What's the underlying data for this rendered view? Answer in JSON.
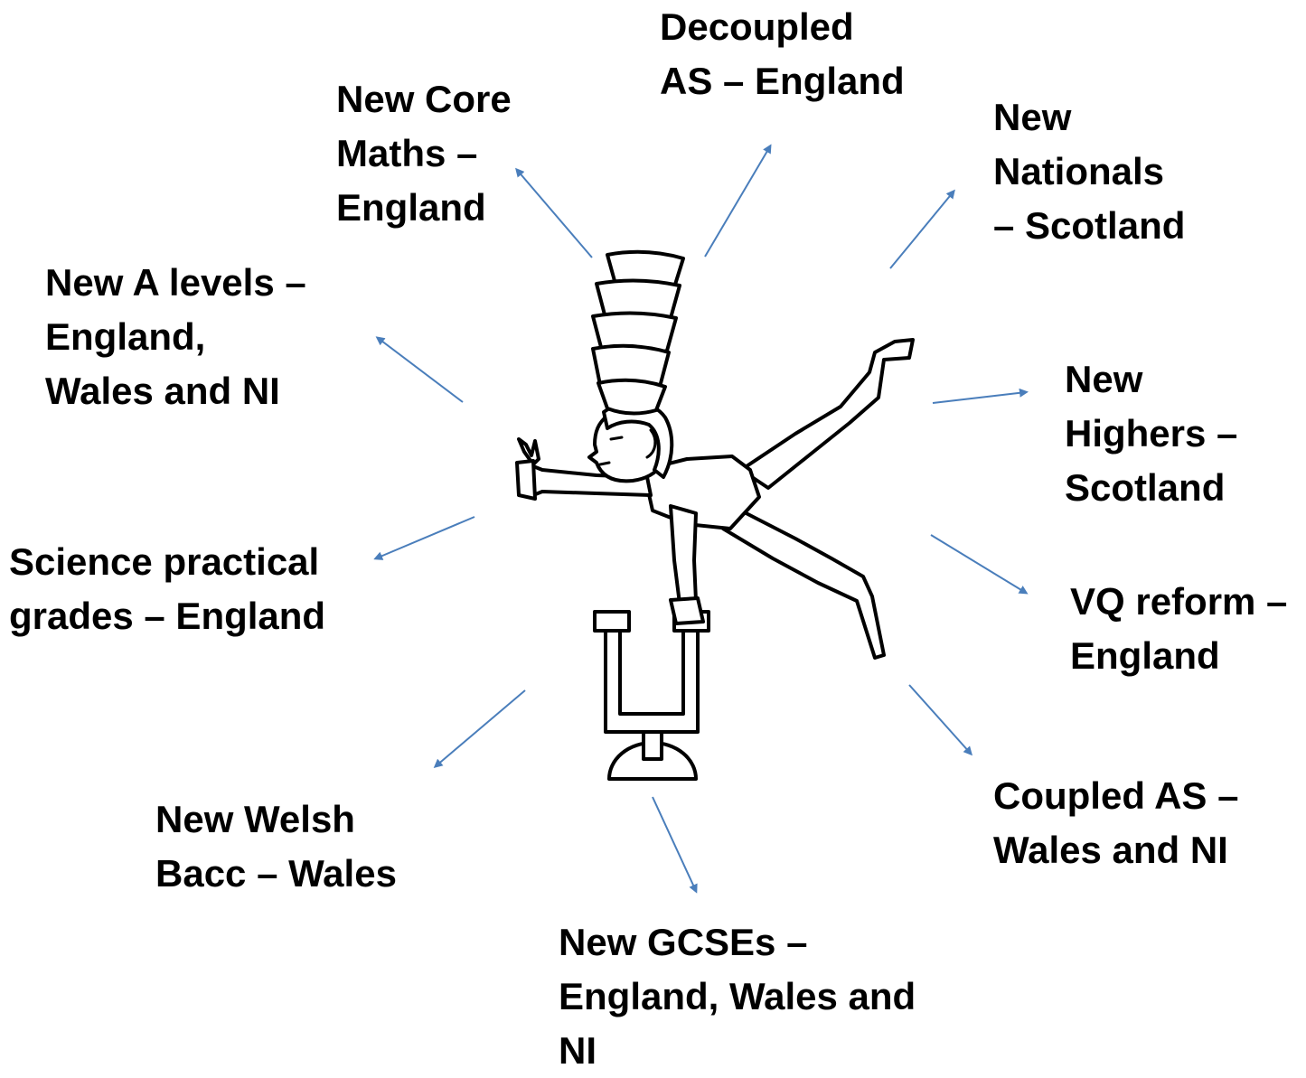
{
  "diagram": {
    "arrow_color": "#4a7ebb",
    "figure_icon": "balancing-acrobat-with-stacked-bowls-icon",
    "labels": [
      {
        "id": "decoupled-as",
        "lines": [
          "Decoupled",
          "AS – England"
        ]
      },
      {
        "id": "core-maths",
        "lines": [
          "New Core",
          "Maths –",
          "England"
        ]
      },
      {
        "id": "nationals",
        "lines": [
          "New",
          "Nationals",
          "– Scotland"
        ]
      },
      {
        "id": "a-levels",
        "lines": [
          "New A levels –",
          "England,",
          "Wales and NI"
        ]
      },
      {
        "id": "highers",
        "lines": [
          "New",
          "Highers –",
          "Scotland"
        ]
      },
      {
        "id": "science-practical",
        "lines": [
          "Science practical",
          "grades – England"
        ]
      },
      {
        "id": "vq-reform",
        "lines": [
          "VQ reform –",
          "England"
        ]
      },
      {
        "id": "welsh-bacc",
        "lines": [
          "New Welsh",
          "Bacc – Wales"
        ]
      },
      {
        "id": "coupled-as",
        "lines": [
          "Coupled AS –",
          "Wales and NI"
        ]
      },
      {
        "id": "gcses",
        "lines": [
          "New GCSEs –",
          "England, Wales and",
          "NI"
        ]
      }
    ]
  }
}
